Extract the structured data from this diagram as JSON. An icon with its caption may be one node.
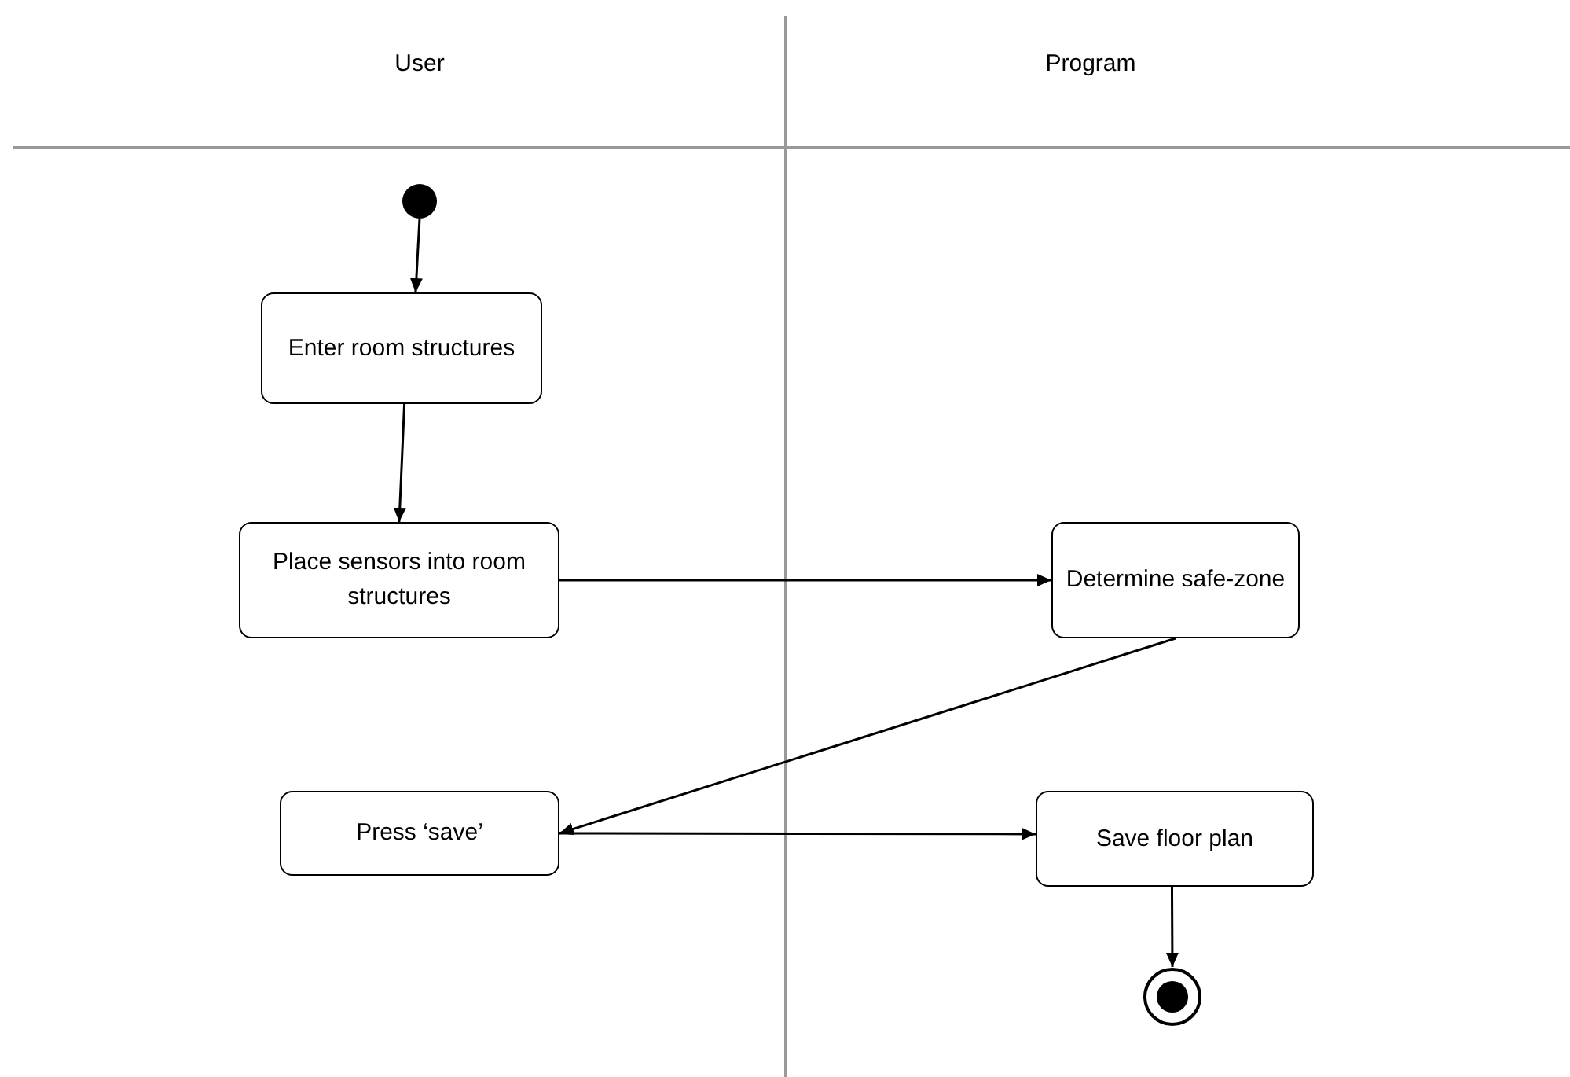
{
  "diagram": {
    "nodes": [
      {
        "text": [],
        "shape": "circle"
      },
      {
        "text": [
          "Enter room structures"
        ]
      },
      {
        "text": [
          "Place sensors into room structures"
        ]
      },
      {
        "text": [
          "Determine safe-zone"
        ]
      },
      {
        "text": [
          "Press ‘save’"
        ]
      },
      {
        "text": [
          "Save floor plan"
        ]
      },
      {
        "text": [],
        "shape": "bullseye"
      }
    ],
    "edges": [
      {
        "from": 0,
        "to": 1,
        "arrow": "to"
      },
      {
        "from": 1,
        "to": 2,
        "arrow": "to"
      },
      {
        "from": 2,
        "to": 3,
        "arrow": "to"
      },
      {
        "from": 3,
        "to": 4,
        "arrow": "to"
      },
      {
        "from": 4,
        "to": 5,
        "arrow": "to"
      },
      {
        "from": 5,
        "to": 6,
        "arrow": "to"
      }
    ],
    "labels": [
      "User",
      "Program"
    ]
  }
}
